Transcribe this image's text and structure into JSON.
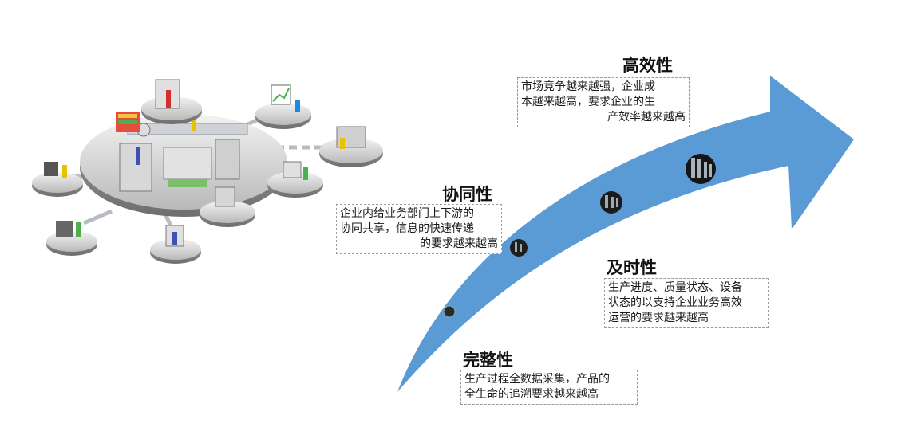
{
  "arrow": {
    "color": "#5b9bd5"
  },
  "blocks": {
    "efficiency": {
      "title": "高效性",
      "lines": [
        "市场竞争越来越强，企业成",
        "本越来越高，要求企业的生",
        "产效率越来越高"
      ]
    },
    "collaboration": {
      "title": "协同性",
      "lines": [
        "企业内给业务部门上下游的",
        "协同共享，信息的快速传递",
        "的要求越来越高"
      ]
    },
    "timeliness": {
      "title": "及时性",
      "lines": [
        "生产进度、质量状态、设备",
        "状态的以支持企业业务高效",
        "运营的要求越来越高"
      ]
    },
    "completeness": {
      "title": "完整性",
      "lines": [
        "生产过程全数据采集，产品的",
        "全生命的追溯要求越来越高"
      ]
    }
  }
}
